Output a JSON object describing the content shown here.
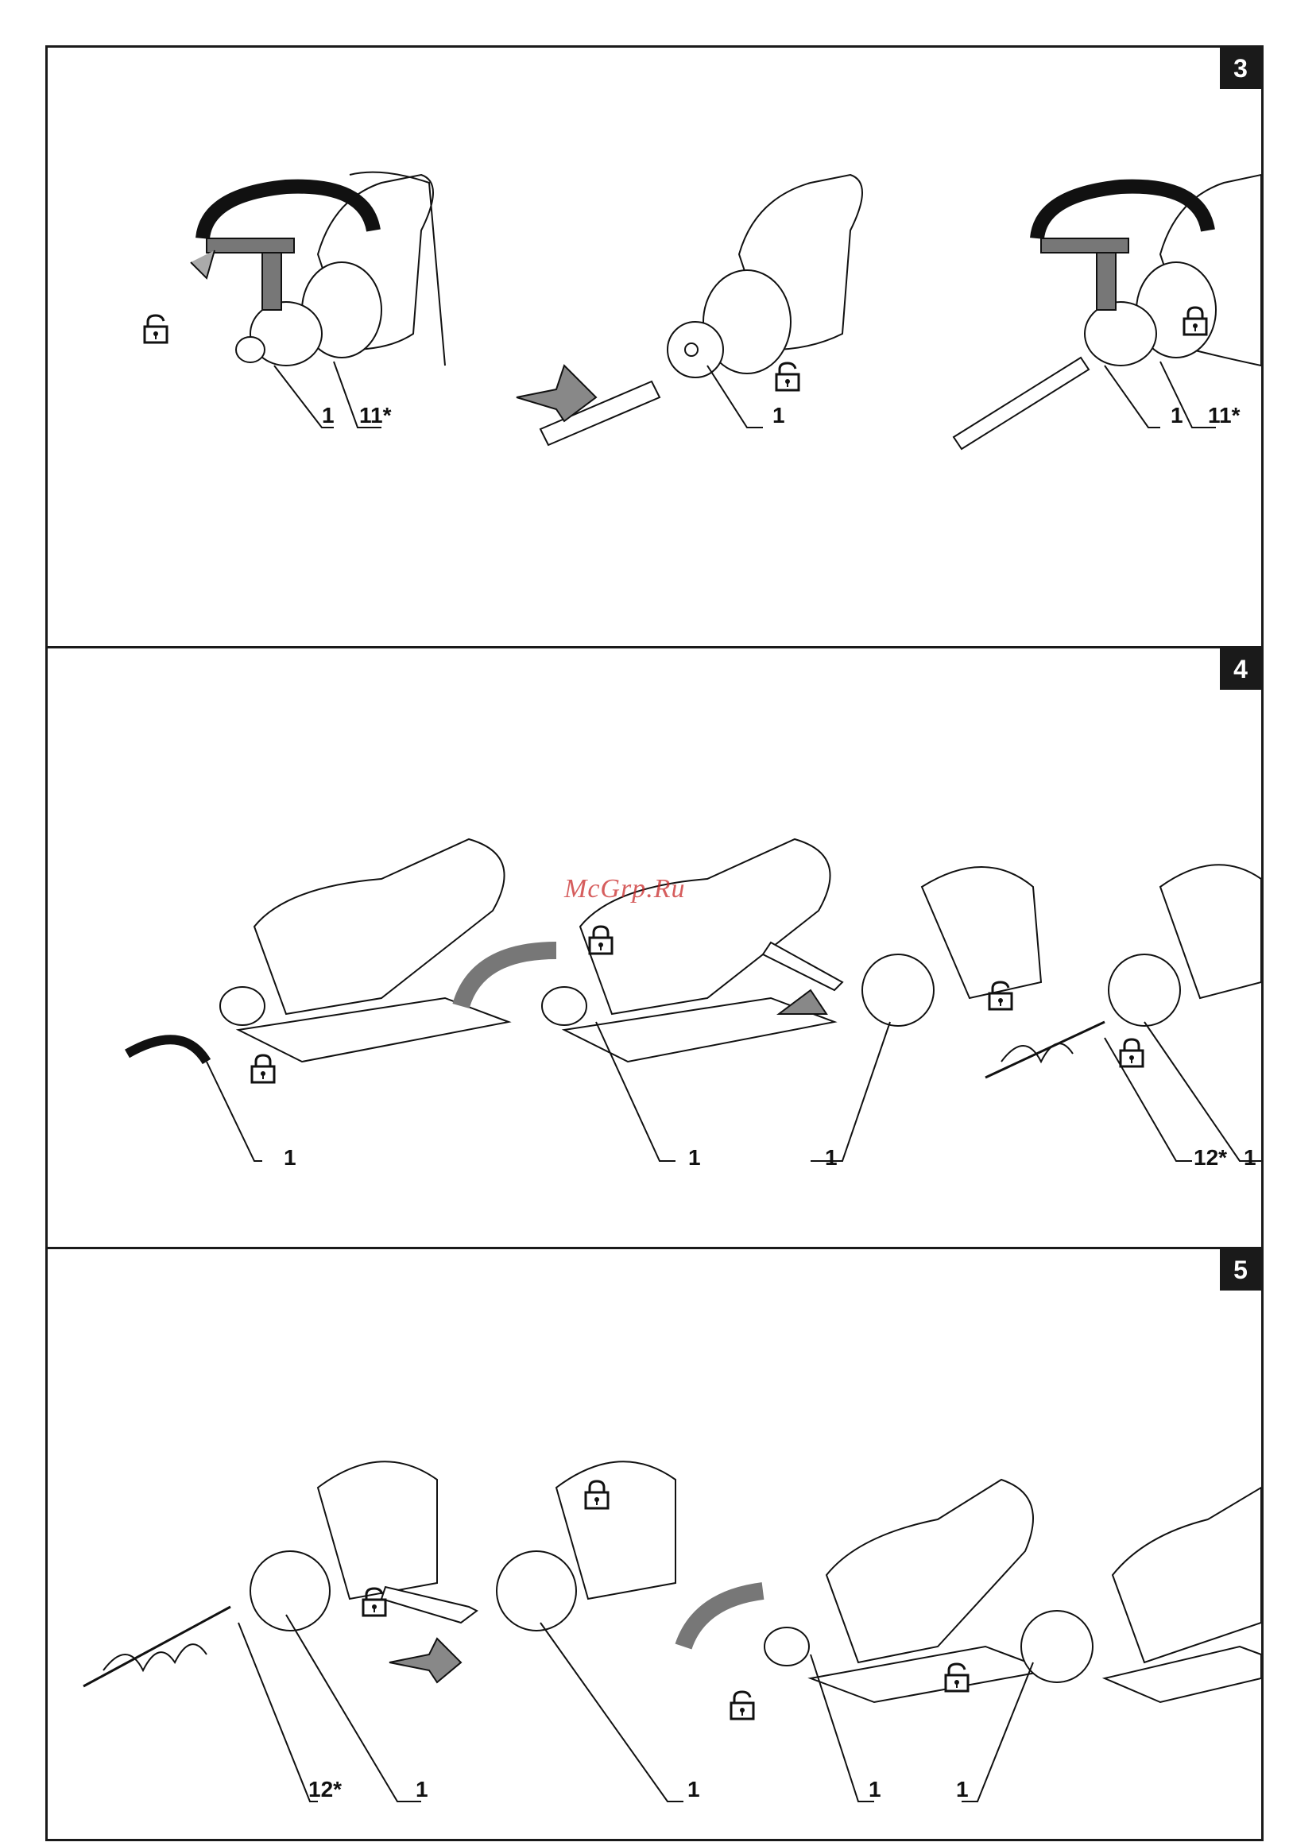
{
  "panels": [
    {
      "number": "3",
      "callouts": [
        "1",
        "11*",
        "1",
        "1",
        "11*"
      ]
    },
    {
      "number": "4",
      "callouts": [
        "1",
        "1",
        "1",
        "12*",
        "1"
      ]
    },
    {
      "number": "5",
      "callouts": [
        "12*",
        "1",
        "1",
        "1",
        "1"
      ]
    }
  ],
  "watermark": "McGrp.Ru",
  "icons": [
    "padlock-open-icon",
    "padlock-closed-icon",
    "rotation-arrow-icon",
    "push-arrow-icon"
  ]
}
